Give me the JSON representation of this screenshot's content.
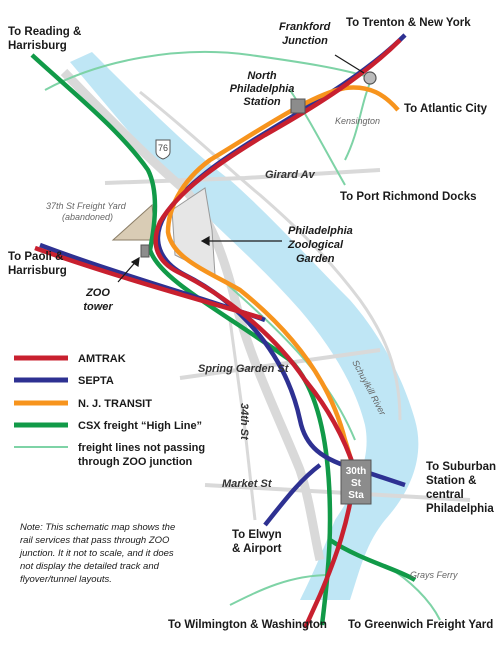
{
  "colors": {
    "amtrak": "#c8202f",
    "septa": "#2e3192",
    "nj_transit": "#f7941d",
    "csx": "#119a48",
    "freight_other": "#7ed3a6",
    "river": "#bfe6f5",
    "road": "#d9d9d9",
    "station": "#8c8c8c"
  },
  "destinations": {
    "reading": [
      "To Reading &",
      "Harrisburg"
    ],
    "trenton": "To Trenton & New York",
    "atlantic": "To Atlantic City",
    "port_richmond": "To Port Richmond Docks",
    "paoli": [
      "To Paoli &",
      "Harrisburg"
    ],
    "suburban": [
      "To Suburban",
      "Station &",
      "central",
      "Philadelphia"
    ],
    "elwyn": [
      "To Elwyn",
      "& Airport"
    ],
    "wilmington": "To Wilmington & Washington",
    "greenwich": "To Greenwich Freight Yard"
  },
  "places": {
    "frankford": [
      "Frankford",
      "Junction"
    ],
    "north_phila": [
      "North",
      "Philadelphia",
      "Station"
    ],
    "kensington": "Kensington",
    "freight_yard": [
      "37th St Freight Yard",
      "(abandoned)"
    ],
    "zoo_garden": [
      "Philadelphia",
      "Zoological",
      "Garden"
    ],
    "zoo_tower": [
      "ZOO",
      "tower"
    ],
    "schuylkill": "Schuylkill River",
    "grays_ferry": "Grays Ferry",
    "station_30th": [
      "30th",
      "St",
      "Sta"
    ]
  },
  "streets": {
    "girard": "Girard Av",
    "spring_garden": "Spring Garden St",
    "st34": "34th St",
    "market": "Market St",
    "interstate": "76"
  },
  "legend": [
    {
      "key": "amtrak",
      "label": "AMTRAK"
    },
    {
      "key": "septa",
      "label": "SEPTA"
    },
    {
      "key": "nj_transit",
      "label": "N. J. TRANSIT"
    },
    {
      "key": "csx",
      "label": "CSX freight “High Line”"
    },
    {
      "key": "freight_other",
      "label": [
        "freight lines not passing",
        "through ZOO junction"
      ]
    }
  ],
  "note": [
    "Note: This schematic map shows the",
    "rail services that pass through ZOO",
    "junction.  It it not to scale, and it does",
    "not display the detailed track and",
    "flyover/tunnel layouts."
  ]
}
